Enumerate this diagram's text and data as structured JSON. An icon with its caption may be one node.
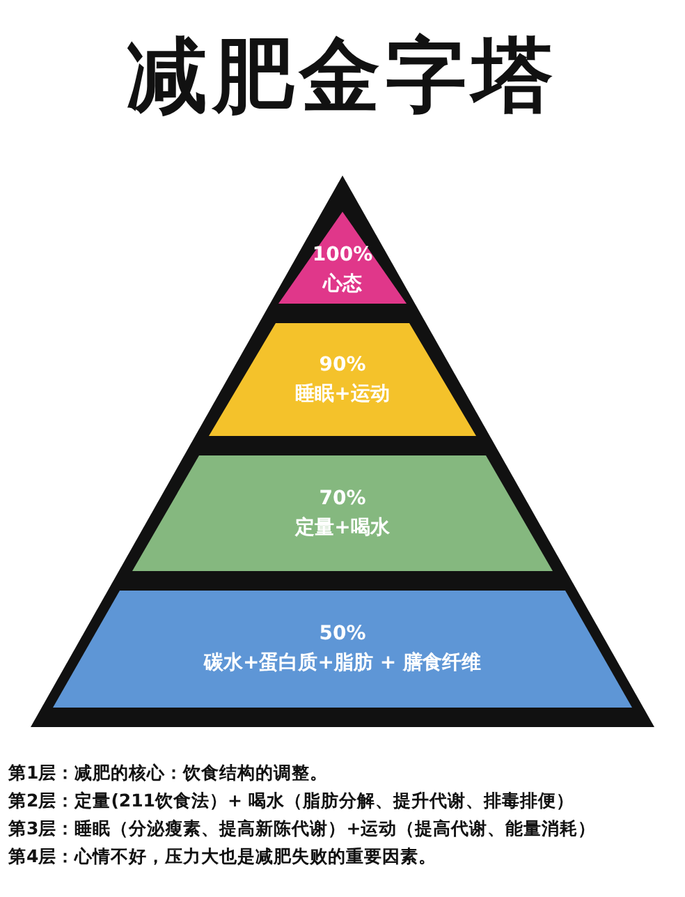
{
  "diagram": {
    "title": "减肥金字塔",
    "nodes": [
      {
        "text": [
          "100%",
          "心态"
        ]
      },
      {
        "text": [
          "90%",
          "睡眠+运动"
        ]
      },
      {
        "text": [
          "70%",
          "定量+喝水"
        ]
      },
      {
        "text": [
          "50%",
          "碳水+蛋白质+脂肪 + 膳食纤维"
        ]
      }
    ],
    "edges": [],
    "labels": [
      "第1层：减肥的核心：饮食结构的调整。",
      "第2层：定量(211饮食法）+ 喝水（脂肪分解、提升代谢、排毒排便）",
      "第3层：睡眠（分泌瘦素、提高新陈代谢）+运动（提高代谢、能量消耗）",
      "第4层：心情不好，压力大也是减肥失败的重要因素。"
    ]
  }
}
